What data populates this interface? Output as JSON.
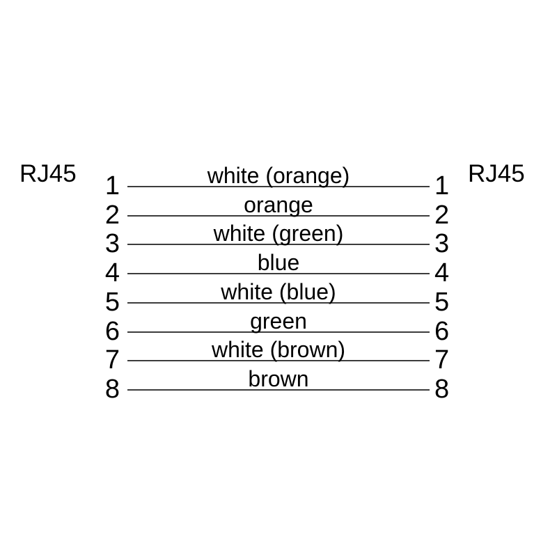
{
  "diagram": {
    "left_connector": {
      "label": "RJ45"
    },
    "right_connector": {
      "label": "RJ45"
    },
    "wires": [
      {
        "pin_left": "1",
        "label": "white (orange)",
        "pin_right": "1"
      },
      {
        "pin_left": "2",
        "label": "orange",
        "pin_right": "2"
      },
      {
        "pin_left": "3",
        "label": "white (green)",
        "pin_right": "3"
      },
      {
        "pin_left": "4",
        "label": "blue",
        "pin_right": "4"
      },
      {
        "pin_left": "5",
        "label": "white (blue)",
        "pin_right": "5"
      },
      {
        "pin_left": "6",
        "label": "green",
        "pin_right": "6"
      },
      {
        "pin_left": "7",
        "label": "white (brown)",
        "pin_right": "7"
      },
      {
        "pin_left": "8",
        "label": "brown",
        "pin_right": "8"
      }
    ],
    "colors": {
      "line": "#3c3c3c",
      "text": "#000000",
      "background": "#ffffff"
    }
  }
}
